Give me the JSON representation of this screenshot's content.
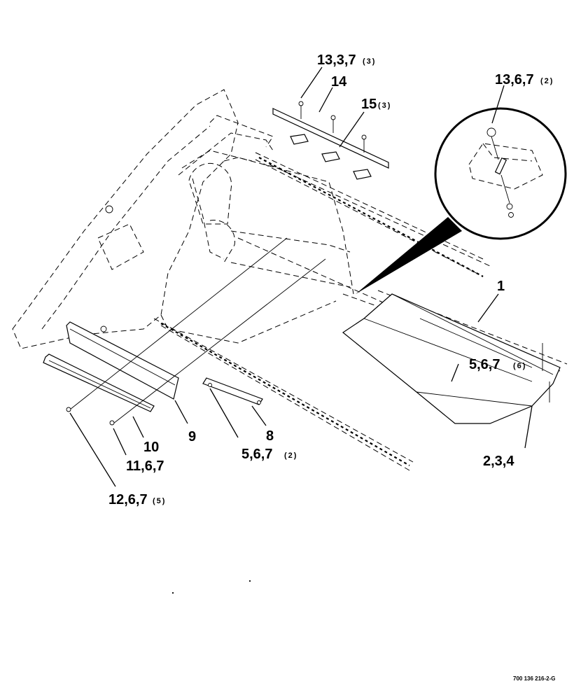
{
  "callouts": {
    "c1": "1",
    "c234": "2,3,4",
    "c567_6_main": "5,6,7",
    "c567_6_sup": "(6)",
    "c567_2_main": "5,6,7",
    "c567_2_sup": "(2)",
    "c8": "8",
    "c9": "9",
    "c10": "10",
    "c1167": "11,6,7",
    "c1267_main": "12,6,7",
    "c1267_sup": "(5)",
    "c1337_main": "13,3,7",
    "c1337_sup": "(3)",
    "c14": "14",
    "c15_main": "15",
    "c15_sup": "(3)",
    "c1367_main": "13,6,7",
    "c1367_sup": "(2)"
  },
  "drawing_code": "700 136 216-2-G"
}
